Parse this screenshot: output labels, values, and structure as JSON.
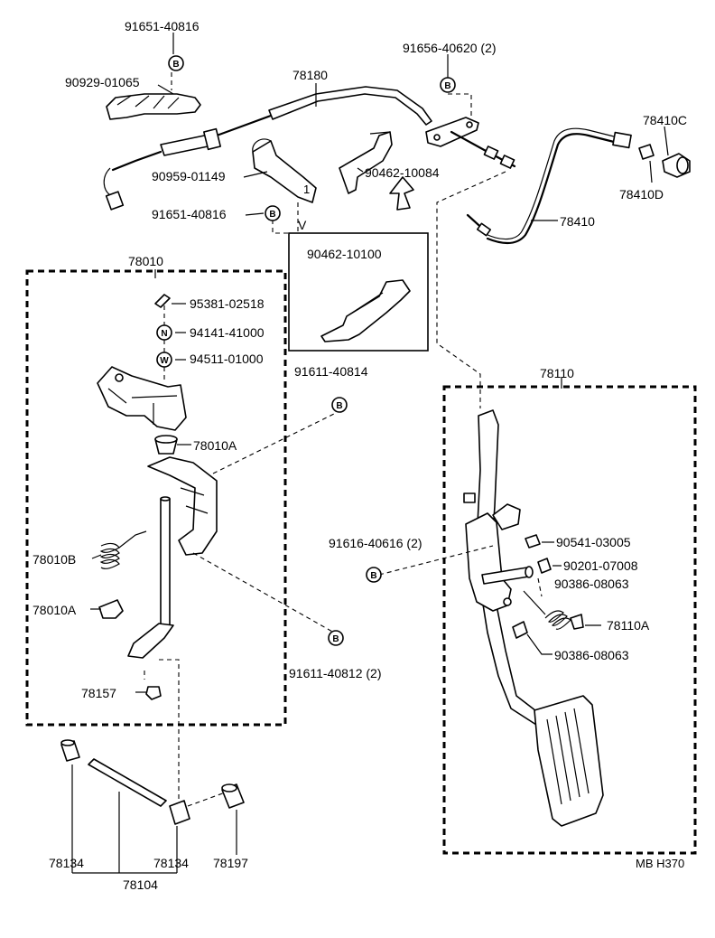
{
  "part_numbers": {
    "p_91651_40816_top": "91651-40816",
    "p_90929_01065": "90929-01065",
    "p_78180": "78180",
    "p_91656_40620": "91656-40620 (2)",
    "p_78410C": "78410C",
    "p_78410D": "78410D",
    "p_78410": "78410",
    "p_90959_01149": "90959-01149",
    "p_90462_10084": "90462-10084",
    "p_91651_40816_mid": "91651-40816",
    "p_v": "V",
    "p_90462_10100": "90462-10100",
    "p_91611_40814": "91611-40814",
    "p_78010": "78010",
    "p_95381_02518": "95381-02518",
    "p_94141_41000": "94141-41000",
    "p_94511_01000": "94511-01000",
    "p_78010A_top": "78010A",
    "p_78010B": "78010B",
    "p_78010A_bot": "78010A",
    "p_78157": "78157",
    "p_91611_40812": "91611-40812 (2)",
    "p_78110": "78110",
    "p_91616_40616": "91616-40616 (2)",
    "p_90541_03005": "90541-03005",
    "p_90201_07008": "90201-07008",
    "p_90386_08063_a": "90386-08063",
    "p_78110A": "78110A",
    "p_90386_08063_b": "90386-08063",
    "p_78134_left": "78134",
    "p_78134_right": "78134",
    "p_78197": "78197",
    "p_78104": "78104"
  },
  "markers": {
    "bolt_letter": "B",
    "nut_letter": "N",
    "washer_letter": "W"
  },
  "code": "MB H370"
}
